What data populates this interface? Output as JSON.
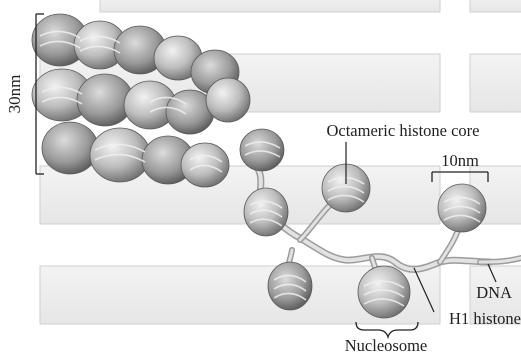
{
  "labels": {
    "scale_30nm": "30nm",
    "octameric_histone_core": "Octameric histone core",
    "scale_10nm": "10nm",
    "dna": "DNA",
    "h1_histone": "H1 histone",
    "nucleosome": "Nucleosome"
  },
  "colors": {
    "background": "#ffffff",
    "band_fill": "#ececec",
    "band_edge": "#c8c8c8",
    "nucleosome_light": "#d9d9d9",
    "nucleosome_dark": "#6e6e6e",
    "dna_strand": "#dadada",
    "line": "#222222"
  }
}
